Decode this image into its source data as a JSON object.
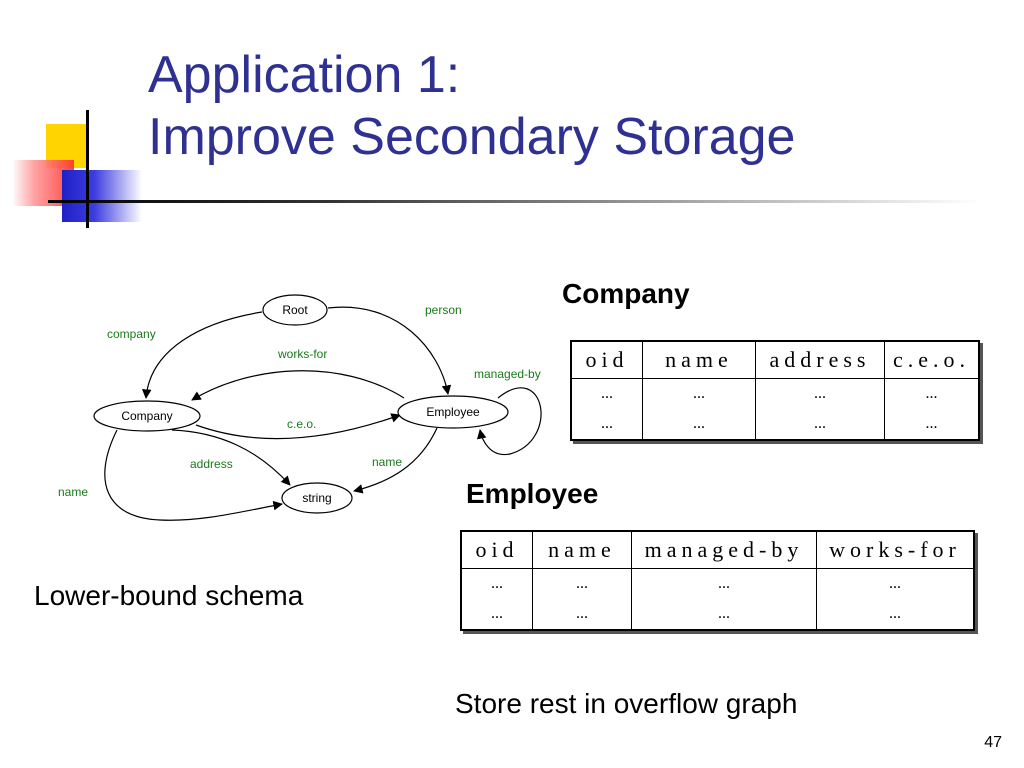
{
  "slide": {
    "title_line1": "Application 1:",
    "title_line2": "Improve Secondary Storage",
    "page_number": "47"
  },
  "colors": {
    "title": "#2e3192",
    "edge_label": "#1a7a1a",
    "accent_yellow": "#ffd400",
    "accent_red": "#ff3030",
    "accent_blue": "#2020c8"
  },
  "diagram": {
    "nodes": {
      "root": "Root",
      "company": "Company",
      "employee": "Employee",
      "string": "string"
    },
    "edges": {
      "company": "company",
      "person": "person",
      "works_for": "works-for",
      "managed_by": "managed-by",
      "ceo": "c.e.o.",
      "address": "address",
      "employee_name": "name",
      "company_name": "name"
    },
    "caption": "Lower-bound schema"
  },
  "company_table": {
    "heading": "Company",
    "columns": [
      "oid",
      "name",
      "address",
      "c.e.o."
    ],
    "rows": [
      [
        "...",
        "...",
        "...",
        "..."
      ],
      [
        "...",
        "...",
        "...",
        "..."
      ]
    ]
  },
  "employee_table": {
    "heading": "Employee",
    "columns": [
      "oid",
      "name",
      "managed-by",
      "works-for"
    ],
    "rows": [
      [
        "...",
        "...",
        "...",
        "..."
      ],
      [
        "...",
        "...",
        "...",
        "..."
      ]
    ]
  },
  "overflow_caption": "Store rest in overflow graph"
}
